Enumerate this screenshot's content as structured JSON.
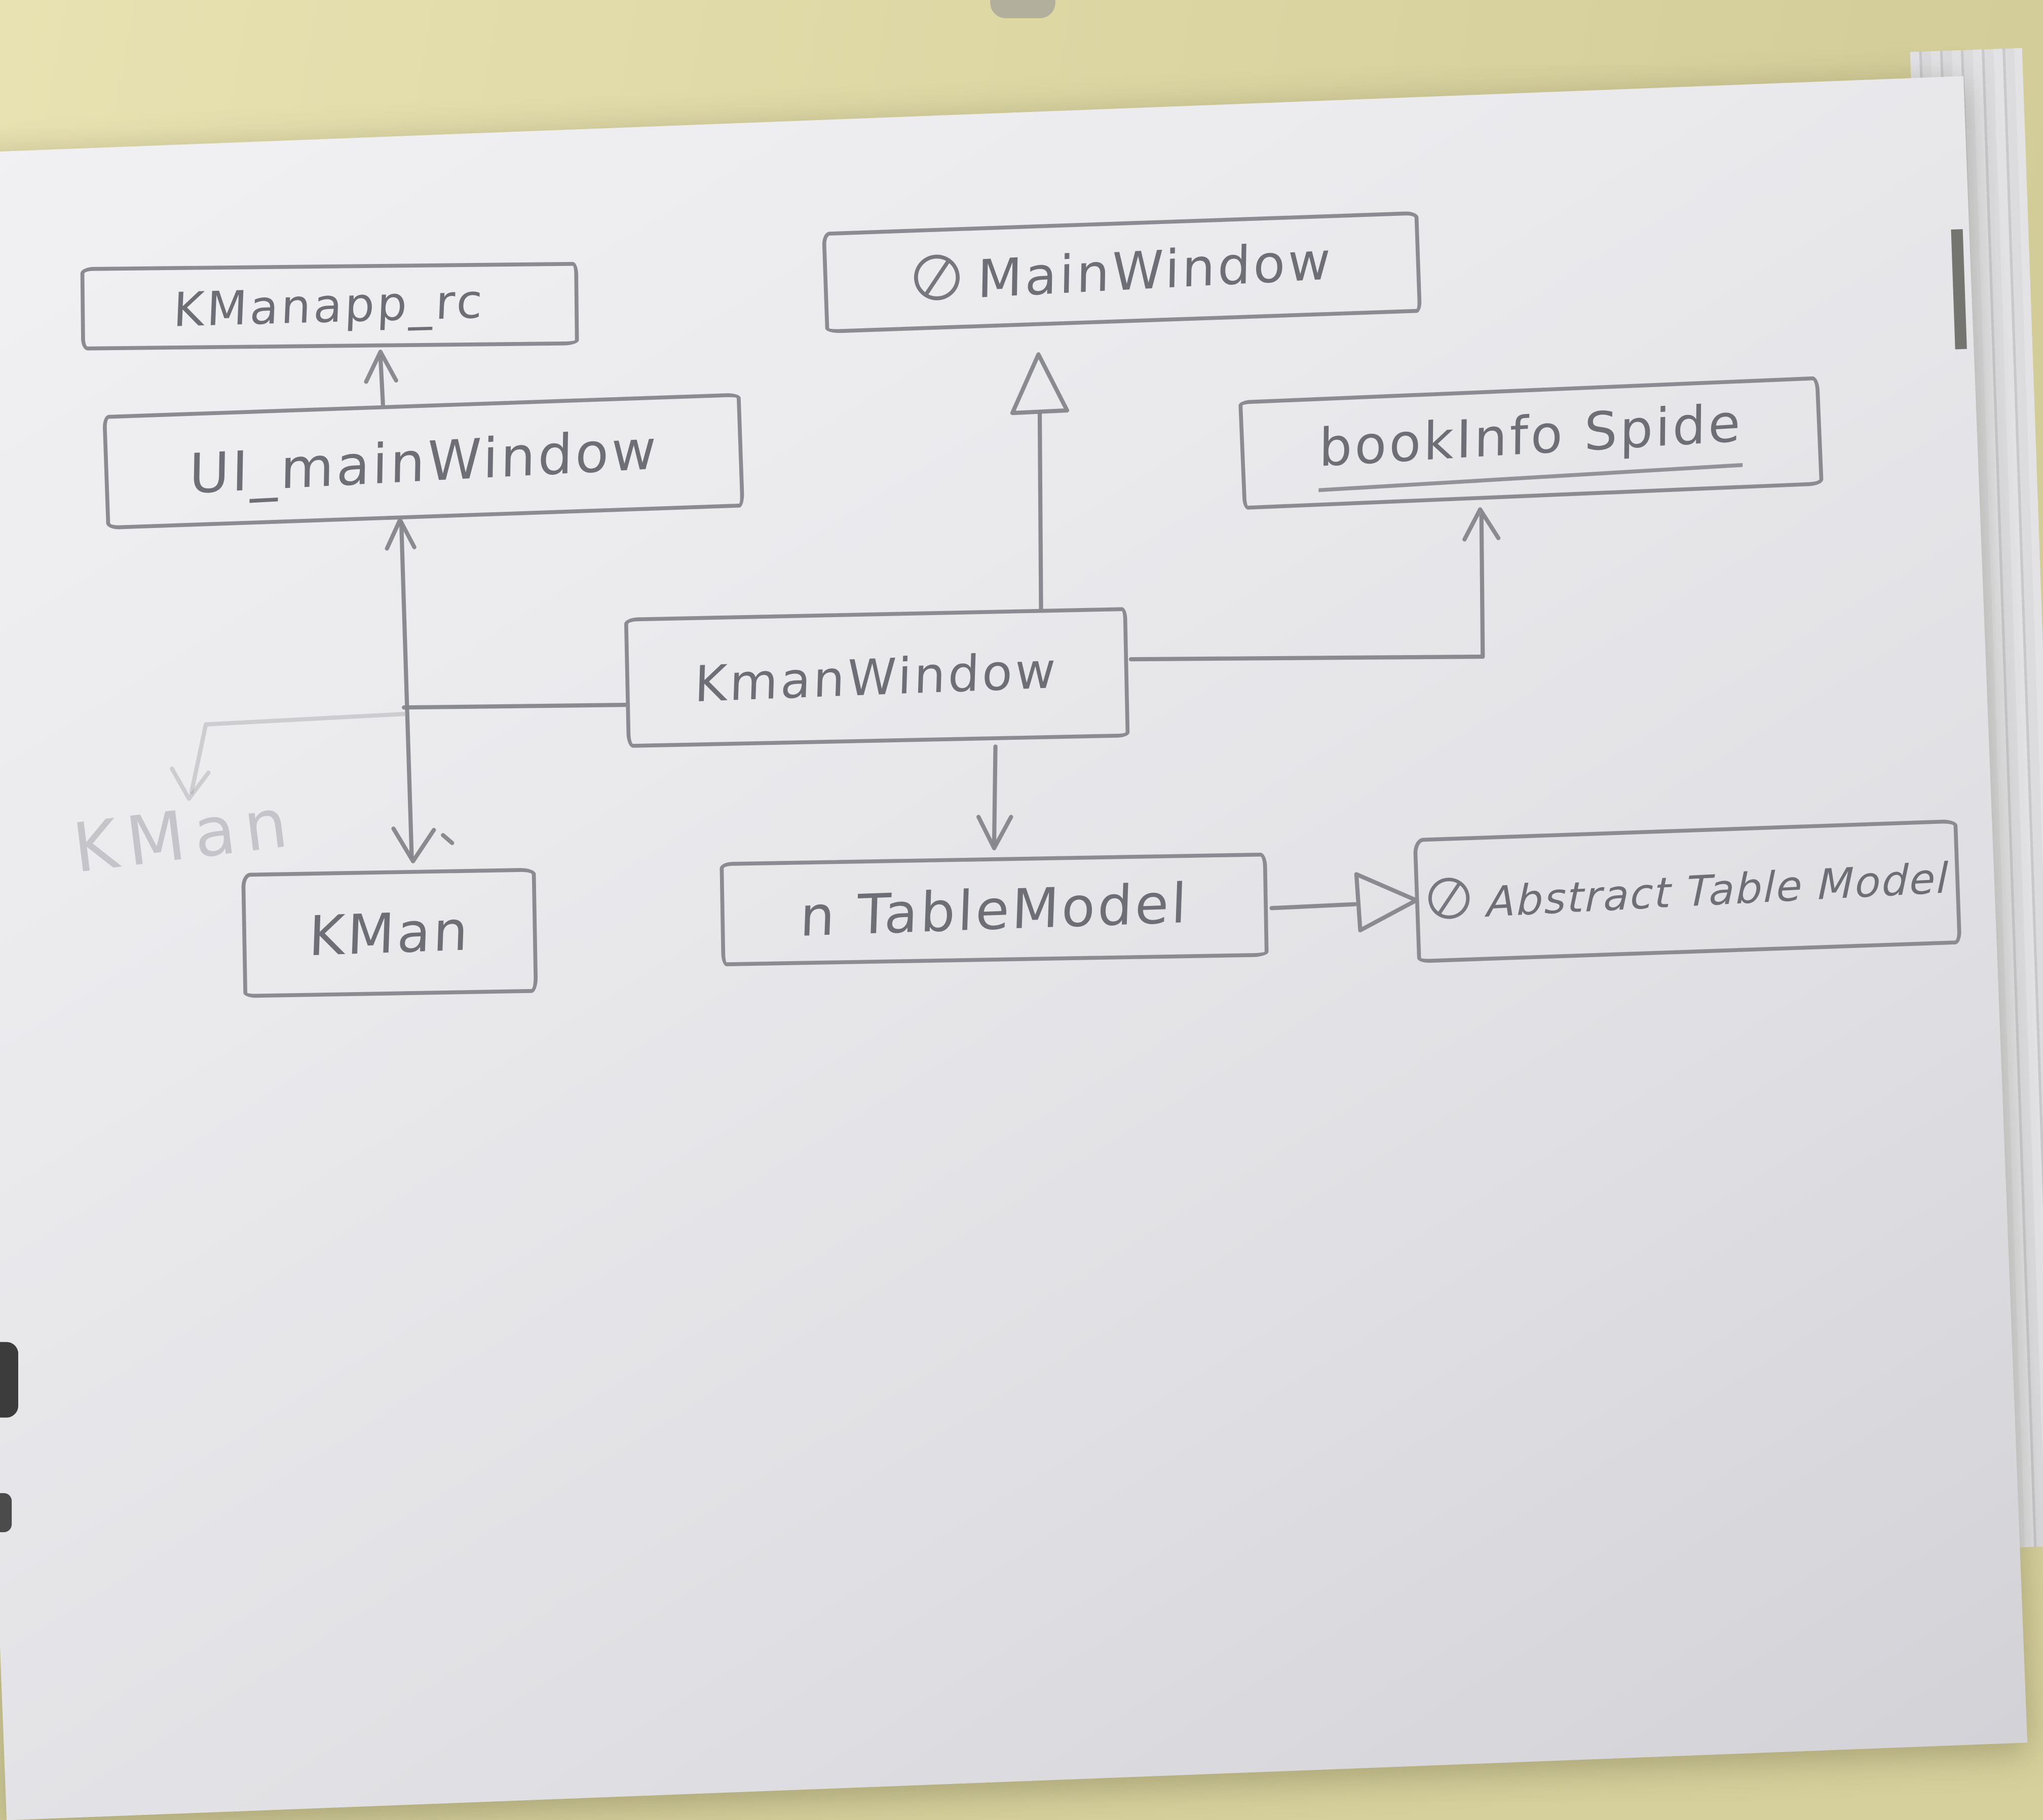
{
  "photo": {
    "description": "Pencil sketch of a class diagram drawn on a white sheet of paper lying on a desk",
    "colors": {
      "desk": "#ddd7a4",
      "paper": "#e9e9ec",
      "pencil": "#85858b",
      "pencil_faint": "#9d9da6"
    }
  },
  "nodes": {
    "kmanapp_rc": {
      "label": "KManapp_rc"
    },
    "qmainwindow": {
      "label": "MainWindow",
      "icon": "q-circle-icon"
    },
    "bookinfospide": {
      "label": "bookInfo Spide"
    },
    "ui_mainwindow": {
      "label": "UI_mainWindow"
    },
    "kmanwindow": {
      "label": "KmanWindow"
    },
    "kman": {
      "label": "KMan"
    },
    "ntablemodel": {
      "label": "n TableModel"
    },
    "qabstracttablemodel": {
      "label": "Abstract Table Model",
      "icon": "q-circle-icon"
    }
  },
  "ghost": {
    "label": "KMan"
  },
  "edges": [
    {
      "from": "UI_mainWindow",
      "to": "KManapp_rc",
      "style": "open-arrow"
    },
    {
      "from": "KmanWindow",
      "to": "MainWindow",
      "style": "inheritance-triangle"
    },
    {
      "from": "KmanWindow",
      "to": "bookInfo Spide",
      "style": "open-arrow"
    },
    {
      "from": "KmanWindow",
      "to": "UI_mainWindow",
      "style": "open-arrow"
    },
    {
      "from": "KmanWindow",
      "to": "KMan",
      "style": "open-arrow"
    },
    {
      "from": "KmanWindow",
      "to": "n TableModel",
      "style": "open-arrow"
    },
    {
      "from": "n TableModel",
      "to": "Abstract Table Model",
      "style": "inheritance-triangle"
    },
    {
      "from": "KmanWindow",
      "to": "KMan (faint, erased)",
      "style": "faint-arrow"
    }
  ]
}
